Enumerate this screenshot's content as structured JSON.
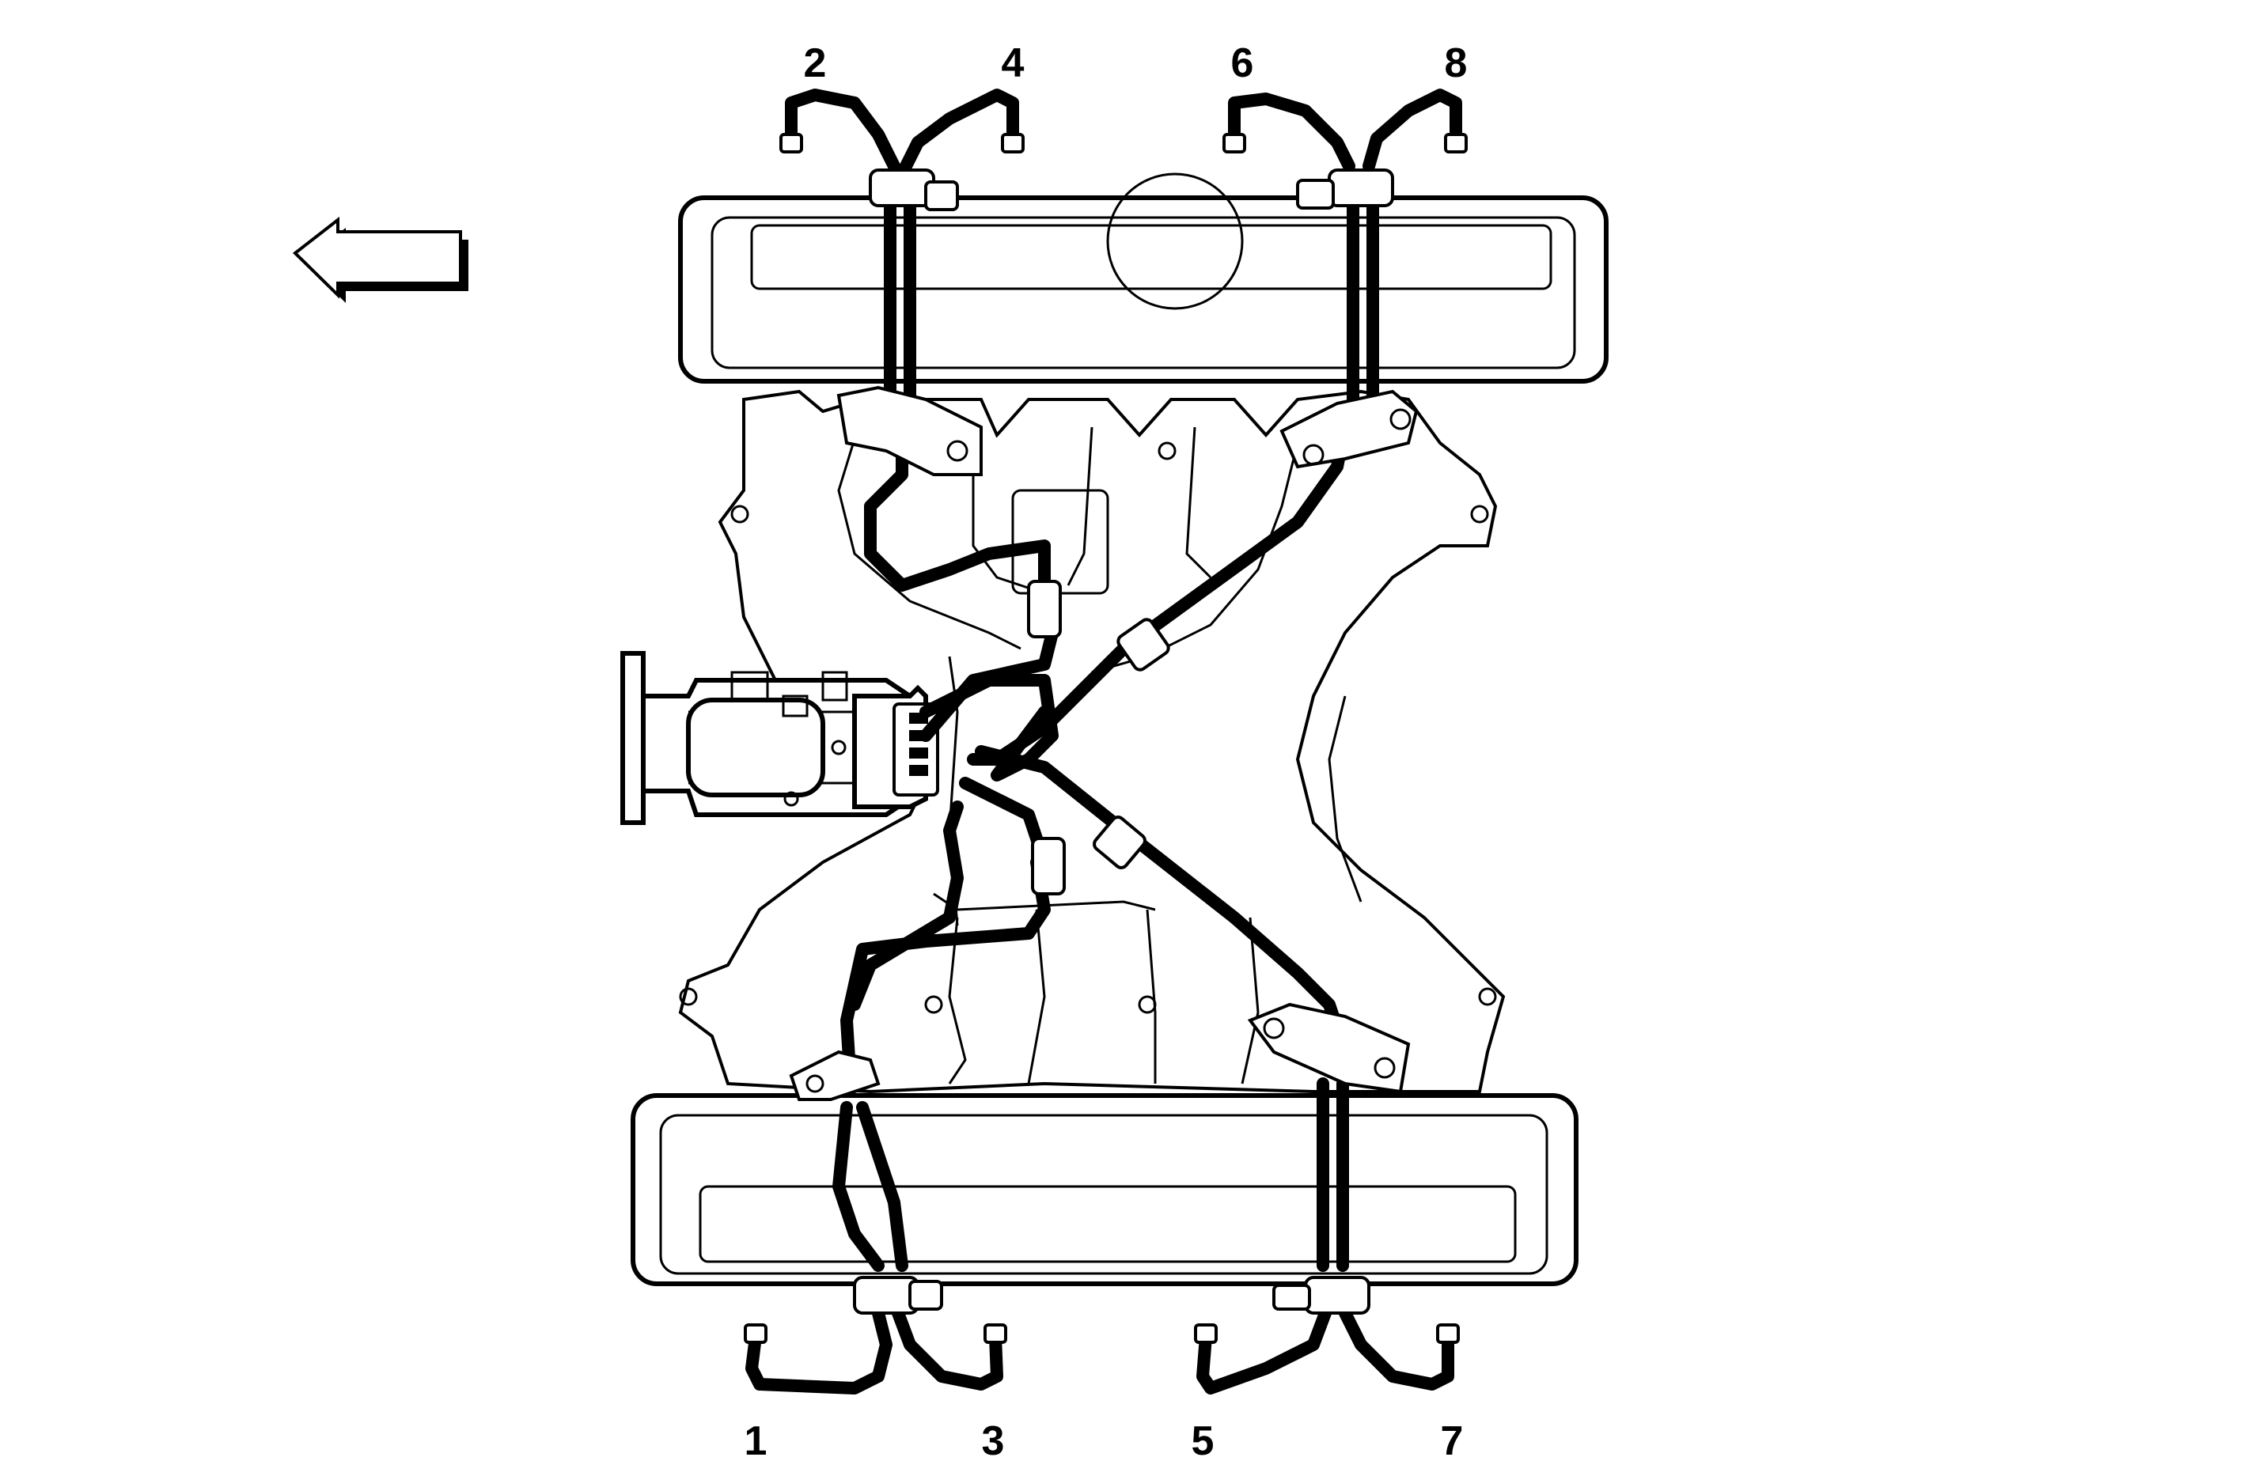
{
  "diagram": {
    "cylinder_labels": {
      "top": [
        "2",
        "4",
        "6",
        "8"
      ],
      "bottom": [
        "1",
        "3",
        "5",
        "7"
      ]
    }
  }
}
